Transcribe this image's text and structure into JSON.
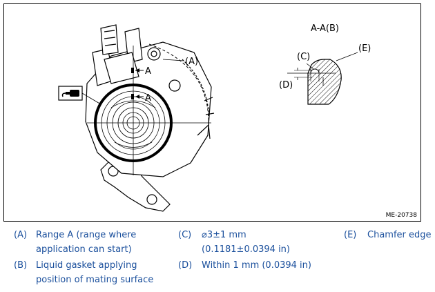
{
  "figure": {
    "id": "ME-20738",
    "label_A": "(A)",
    "section_title": "A-A(B)",
    "label_C": "(C)",
    "label_D": "(D)",
    "label_E": "(E)",
    "section_mark": "A"
  },
  "legend": [
    {
      "key": "(A)",
      "lines": [
        "Range A (range where",
        "application can start)"
      ]
    },
    {
      "key": "(B)",
      "lines": [
        "Liquid gasket applying",
        "position of mating surface"
      ]
    },
    {
      "key": "(C)",
      "lines": [
        "⌀3±1 mm",
        "(0.1181±0.0394 in)"
      ]
    },
    {
      "key": "(D)",
      "lines": [
        "Within 1 mm (0.0394 in)"
      ]
    },
    {
      "key": "(E)",
      "lines": [
        "Chamfer edge"
      ]
    }
  ],
  "colors": {
    "legend_text": "#1a4f9c"
  },
  "icons": {
    "gasket": "liquid-gasket-tube-icon"
  }
}
